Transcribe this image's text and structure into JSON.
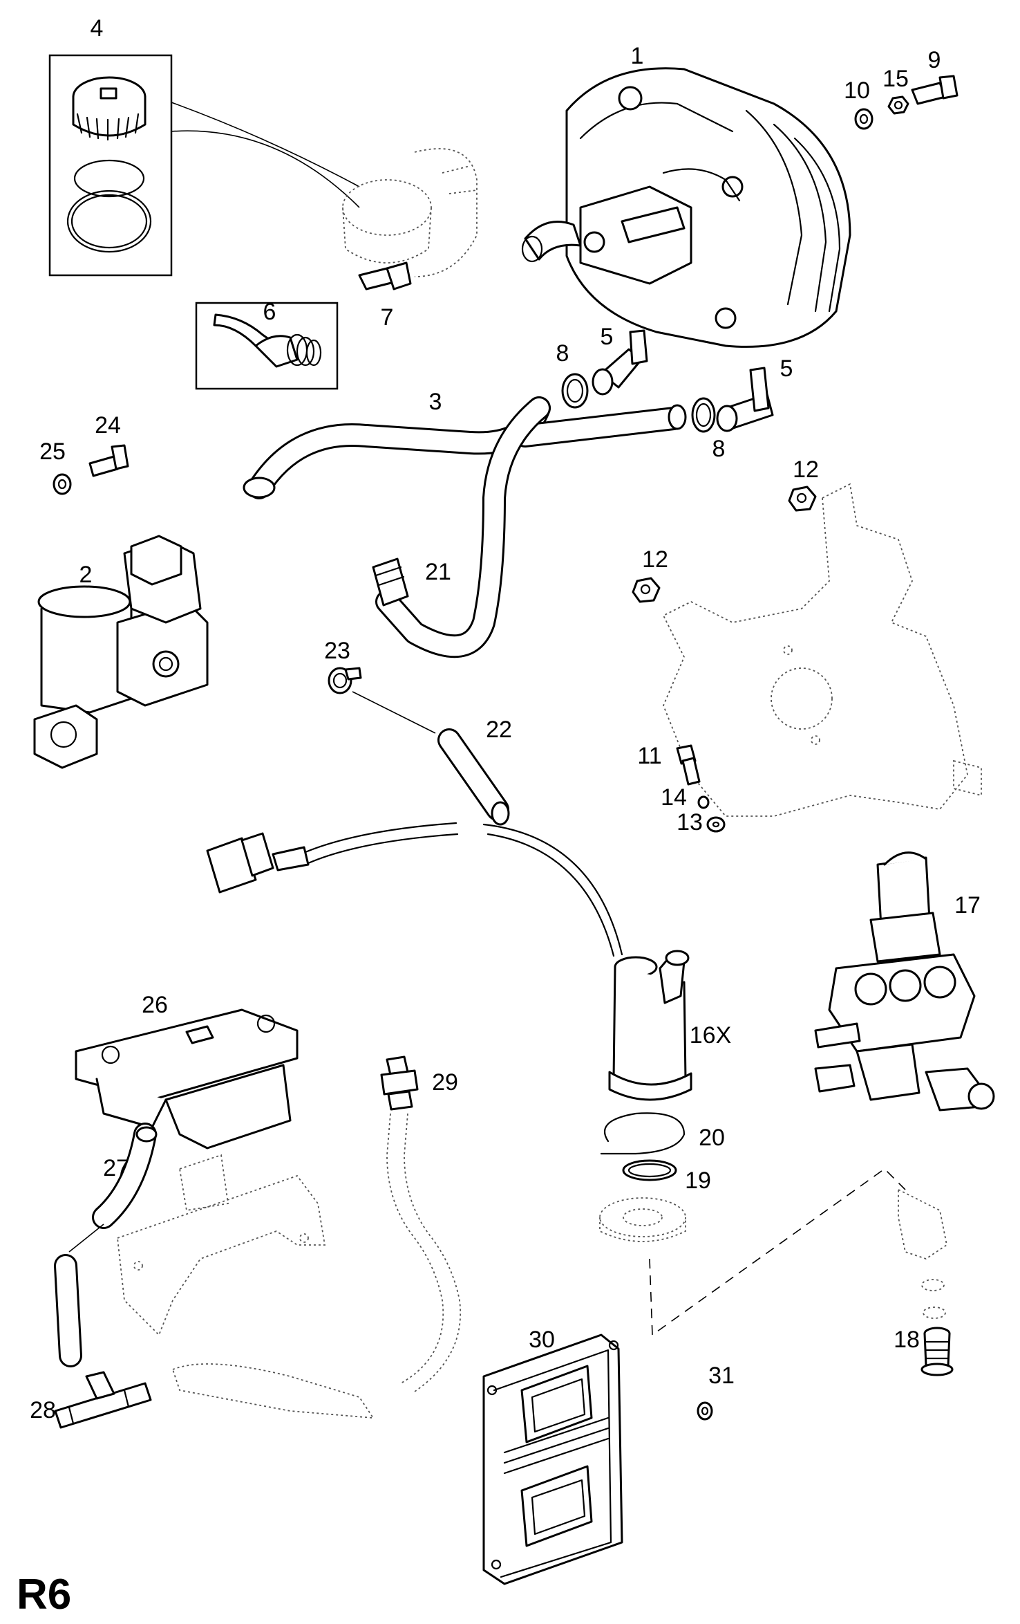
{
  "sheet": {
    "code": "R6"
  },
  "callouts": {
    "c1": "1",
    "c2": "2",
    "c3": "3",
    "c4": "4",
    "c5a": "5",
    "c5b": "5",
    "c6": "6",
    "c7": "7",
    "c8a": "8",
    "c8b": "8",
    "c9": "9",
    "c10": "10",
    "c11": "11",
    "c12a": "12",
    "c12b": "12",
    "c13": "13",
    "c14": "14",
    "c15": "15",
    "c16x": "16X",
    "c17": "17",
    "c18": "18",
    "c19": "19",
    "c20": "20",
    "c21": "21",
    "c22": "22",
    "c23": "23",
    "c24": "24",
    "c25": "25",
    "c26": "26",
    "c27": "27",
    "c28": "28",
    "c29": "29",
    "c30": "30",
    "c31": "31"
  },
  "colors": {
    "line": "#000000",
    "background": "#ffffff",
    "ghost": "#666666"
  }
}
